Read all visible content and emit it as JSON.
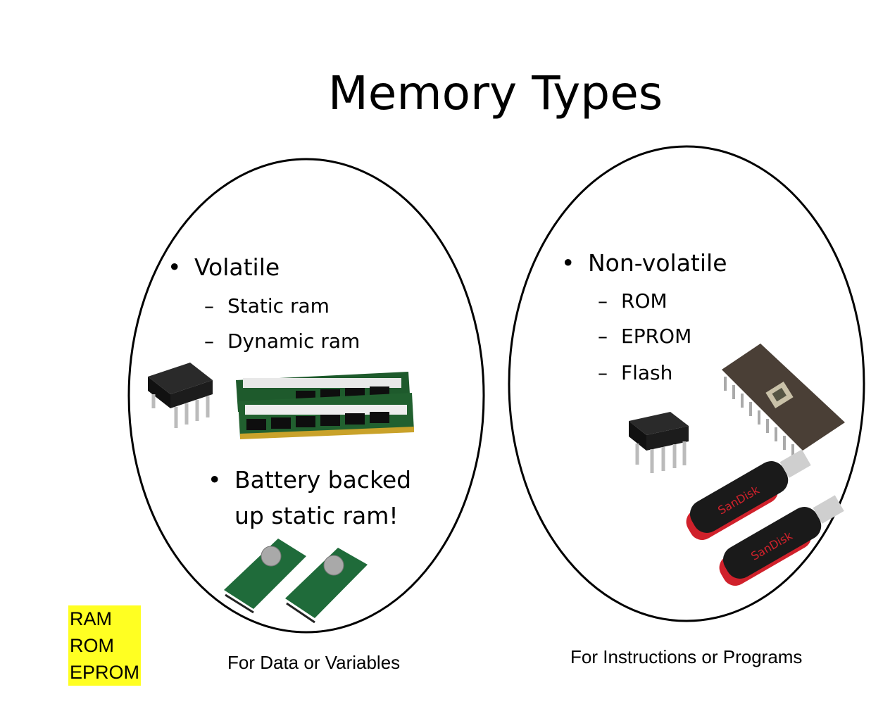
{
  "title": "Memory Types",
  "left": {
    "heading": "Volatile",
    "subitems": [
      "Static ram",
      "Dynamic ram"
    ],
    "extra_line1": "Battery backed",
    "extra_line2": "up static ram!",
    "caption": "For Data or Variables"
  },
  "right": {
    "heading": "Non-volatile",
    "subitems": [
      "ROM",
      "EPROM",
      "Flash"
    ],
    "caption": "For Instructions or Programs"
  },
  "legend": [
    "RAM",
    "ROM",
    "EPROM"
  ],
  "usb_brand": "SanDisk",
  "colors": {
    "highlight": "#ffff22",
    "usb_red": "#d0212b"
  }
}
